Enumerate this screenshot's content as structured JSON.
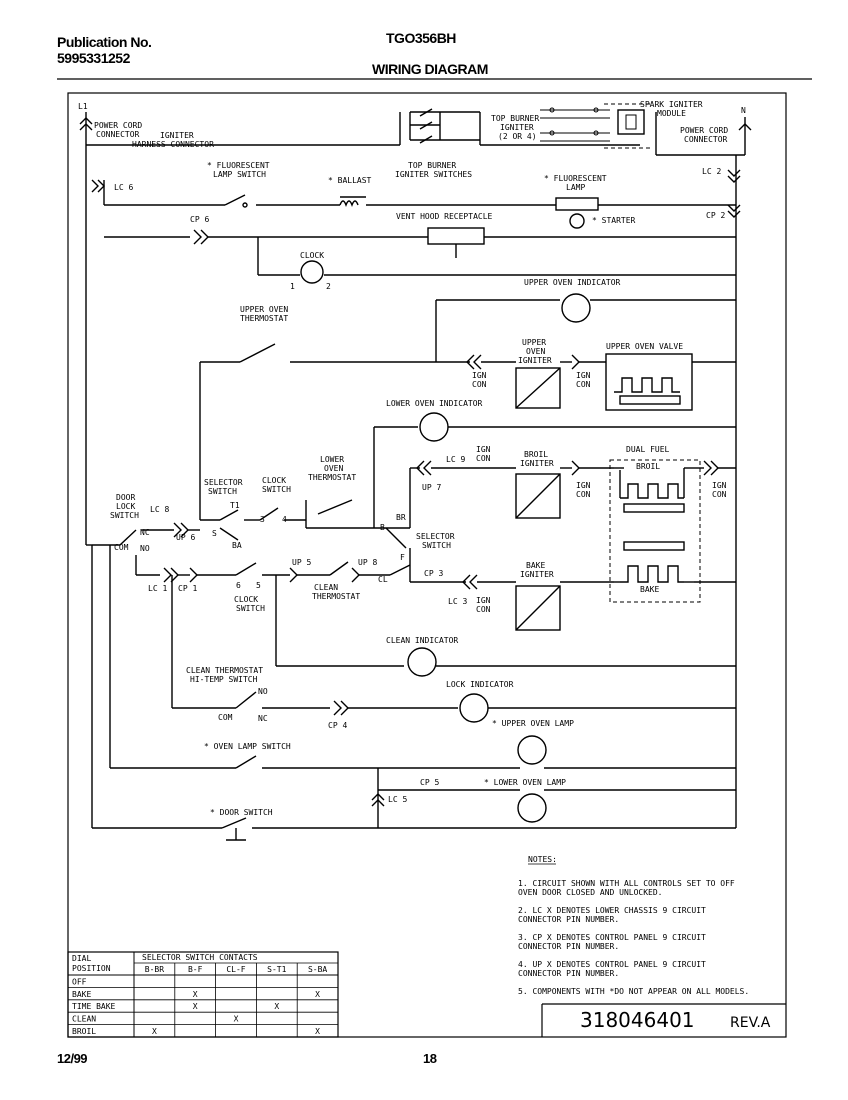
{
  "header": {
    "publication_label": "Publication No.",
    "publication_number": "5995331252",
    "model": "TGO356BH",
    "title": "WIRING DIAGRAM"
  },
  "footer": {
    "date": "12/99",
    "page": "18"
  },
  "terminals": {
    "l1": "L1",
    "n": "N"
  },
  "labels": {
    "power_cord_left": [
      "POWER CORD",
      "CONNECTOR"
    ],
    "igniter_harness": [
      "IGNITER",
      "HARNESS CONNECTOR"
    ],
    "top_burner_igniter": [
      "TOP BURNER",
      "IGNITER",
      "(2 OR 4)"
    ],
    "spark_module": [
      "SPARK IGNITER",
      "MODULE"
    ],
    "power_cord_right": [
      "POWER CORD",
      "CONNECTOR"
    ],
    "top_burner_switches": [
      "TOP BURNER",
      "IGNITER SWITCHES"
    ],
    "fluor_lamp_switch": [
      "* FLUORESCENT",
      "LAMP SWITCH"
    ],
    "ballast": "* BALLAST",
    "fluor_lamp": [
      "* FLUORESCENT",
      "LAMP"
    ],
    "starter": "* STARTER",
    "vent_hood": "VENT HOOD RECEPTACLE",
    "clock": "CLOCK",
    "upper_oven_indicator": "UPPER OVEN INDICATOR",
    "upper_oven_thermostat": [
      "UPPER OVEN",
      "THERMOSTAT"
    ],
    "upper_oven_igniter": [
      "UPPER",
      "OVEN",
      "IGNITER"
    ],
    "upper_oven_valve": "UPPER OVEN VALVE",
    "lower_oven_indicator": "LOWER OVEN INDICATOR",
    "broil_igniter": [
      "BROIL",
      "IGNITER"
    ],
    "dual_fuel": "DUAL FUEL",
    "broil": "BROIL",
    "bake": "BAKE",
    "door_lock_switch": [
      "DOOR",
      "LOCK",
      "SWITCH"
    ],
    "selector_switch_top": [
      "SELECTOR",
      "SWITCH"
    ],
    "clock_switch_top": [
      "CLOCK",
      "SWITCH"
    ],
    "lower_oven_thermostat": [
      "LOWER",
      "OVEN",
      "THERMOSTAT"
    ],
    "selector_switch_right": [
      "SELECTOR",
      "SWITCH"
    ],
    "bake_igniter": [
      "BAKE",
      "IGNITER"
    ],
    "clock_switch_bottom": [
      "CLOCK",
      "SWITCH"
    ],
    "clean_thermostat": [
      "CLEAN",
      "THERMOSTAT"
    ],
    "clean_indicator": "CLEAN INDICATOR",
    "clean_thermo_hitemp": [
      "CLEAN THERMOSTAT",
      "HI-TEMP SWITCH"
    ],
    "lock_indicator": "LOCK INDICATOR",
    "oven_lamp_switch": "* OVEN LAMP SWITCH",
    "upper_oven_lamp": "* UPPER OVEN LAMP",
    "lower_oven_lamp": "* LOWER OVEN LAMP",
    "door_switch": "* DOOR SWITCH",
    "ign_con": [
      "IGN",
      "CON"
    ]
  },
  "connectors": {
    "lc6": "LC 6",
    "lc2": "LC 2",
    "cp6": "CP 6",
    "cp2": "CP 2",
    "lc8": "LC 8",
    "up6": "UP 6",
    "lc9": "LC 9",
    "up7": "UP 7",
    "up5": "UP 5",
    "up8": "UP 8",
    "cp3": "CP 3",
    "lc3": "LC 3",
    "lc1": "LC 1",
    "cp1": "CP 1",
    "cp4": "CP 4",
    "cp5": "CP 5",
    "lc5": "LC 5"
  },
  "contacts": {
    "clock_1": "1",
    "clock_2": "2",
    "t1": "T1",
    "s": "S",
    "ba": "BA",
    "c3": "3",
    "c4": "4",
    "b": "B",
    "br": "BR",
    "f": "F",
    "cl": "CL",
    "c6": "6",
    "c5": "5",
    "nc": "NC",
    "no": "NO",
    "com": "COM"
  },
  "notes": {
    "title": "NOTES:",
    "items": [
      [
        "1. CIRCUIT SHOWN WITH ALL CONTROLS SET TO OFF",
        "   OVEN DOOR CLOSED AND UNLOCKED."
      ],
      [
        "2. LC X DENOTES LOWER CHASSIS 9 CIRCUIT",
        "   CONNECTOR PIN NUMBER."
      ],
      [
        "3. CP X DENOTES CONTROL PANEL 9 CIRCUIT",
        "   CONNECTOR PIN NUMBER."
      ],
      [
        "4. UP X DENOTES CONTROL PANEL 9 CIRCUIT",
        "   CONNECTOR PIN NUMBER."
      ],
      [
        "5. COMPONENTS WITH  *DO NOT APPEAR ON ALL MODELS."
      ]
    ]
  },
  "selector_table": {
    "col0_header": [
      "DIAL",
      "POSITION"
    ],
    "group_header": "SELECTOR SWITCH CONTACTS",
    "columns": [
      "B-BR",
      "B-F",
      "CL-F",
      "S-T1",
      "S-BA"
    ],
    "rows": [
      {
        "label": "OFF",
        "marks": [
          "",
          "",
          "",
          "",
          ""
        ]
      },
      {
        "label": "BAKE",
        "marks": [
          "",
          "X",
          "",
          "",
          "X"
        ]
      },
      {
        "label": "TIME BAKE",
        "marks": [
          "",
          "X",
          "",
          "X",
          ""
        ]
      },
      {
        "label": "CLEAN",
        "marks": [
          "",
          "",
          "X",
          "",
          ""
        ]
      },
      {
        "label": "BROIL",
        "marks": [
          "X",
          "",
          "",
          "",
          "X"
        ]
      }
    ]
  },
  "part_number": "318046401",
  "revision": "REV.A"
}
